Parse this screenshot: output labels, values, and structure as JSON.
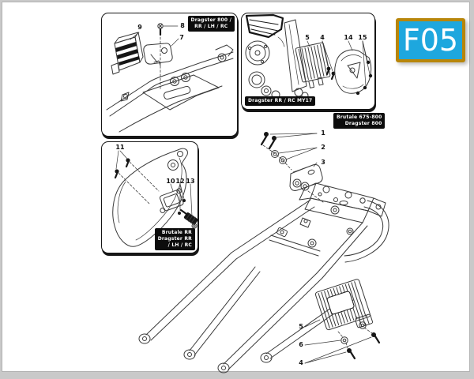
{
  "badge": {
    "label": "F05",
    "fill": "#1EA7DE",
    "border": "#B8860B"
  },
  "insets": {
    "top_left": {
      "label_lines": [
        "Dragster 800 /",
        "RR / LH / RC"
      ],
      "callouts": {
        "relay": "9",
        "screw": "8",
        "bracket": "7"
      }
    },
    "bottom_left": {
      "label_lines": [
        "Brutale RR",
        "Dragster RR",
        "/ LH / RC"
      ],
      "callouts": {
        "screws": "11",
        "sensor": "10",
        "sensor_screws": "12",
        "cable": "13"
      }
    },
    "top_right": {
      "label": "Dragster RR / RC MY17",
      "callouts": {
        "regulator": "5",
        "screws": "4",
        "cover": "14",
        "cover_screws": "15"
      }
    }
  },
  "variant_label": {
    "lines": [
      "Brutale 675-800",
      "Dragster 800"
    ]
  },
  "main": {
    "callouts": {
      "screws_top": "1",
      "washers_top": "2",
      "bracket": "3",
      "regulator": "5",
      "washers_bottom": "6",
      "screws_bottom": "4"
    }
  }
}
